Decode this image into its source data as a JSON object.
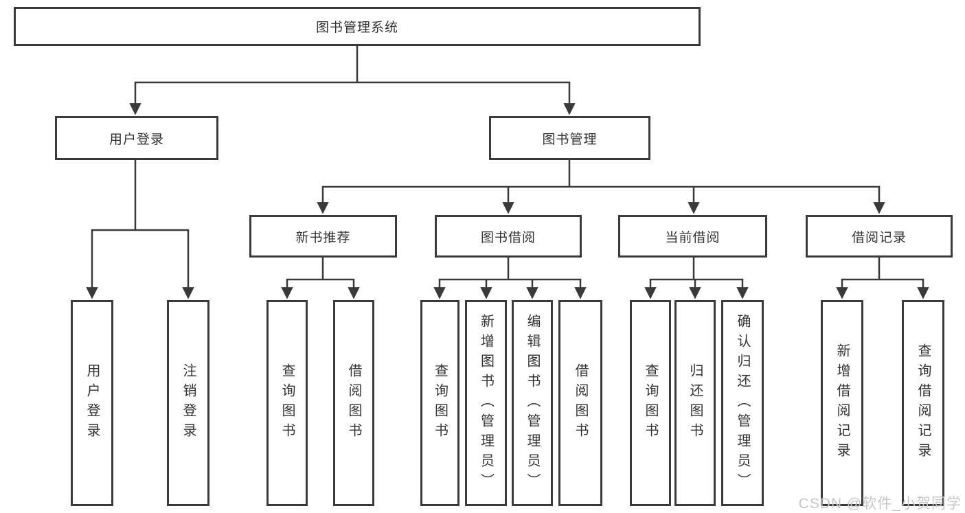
{
  "diagram": {
    "type": "tree",
    "root": {
      "label": "图书管理系统"
    },
    "branches": [
      {
        "label": "用户登录",
        "children": [
          {
            "label": "用户登录"
          },
          {
            "label": "注销登录"
          }
        ]
      },
      {
        "label": "图书管理",
        "groups": [
          {
            "label": "新书推荐",
            "children": [
              {
                "label": "查询图书"
              },
              {
                "label": "借阅图书"
              }
            ]
          },
          {
            "label": "图书借阅",
            "children": [
              {
                "label": "查询图书"
              },
              {
                "label": "新增图书（管理员）"
              },
              {
                "label": "编辑图书（管理员）"
              },
              {
                "label": "借阅图书"
              }
            ]
          },
          {
            "label": "当前借阅",
            "children": [
              {
                "label": "查询图书"
              },
              {
                "label": "归还图书"
              },
              {
                "label": "确认归还（管理员）"
              }
            ]
          },
          {
            "label": "借阅记录",
            "children": [
              {
                "label": "新增借阅记录"
              },
              {
                "label": "查询借阅记录"
              }
            ]
          }
        ]
      }
    ]
  },
  "watermark": "CSDN @软件_小贺同学",
  "colors": {
    "line": "#3a3a3a",
    "box_border": "#3a3a3a",
    "text": "#333333",
    "background": "#ffffff",
    "watermark": "#c7c7c7"
  }
}
